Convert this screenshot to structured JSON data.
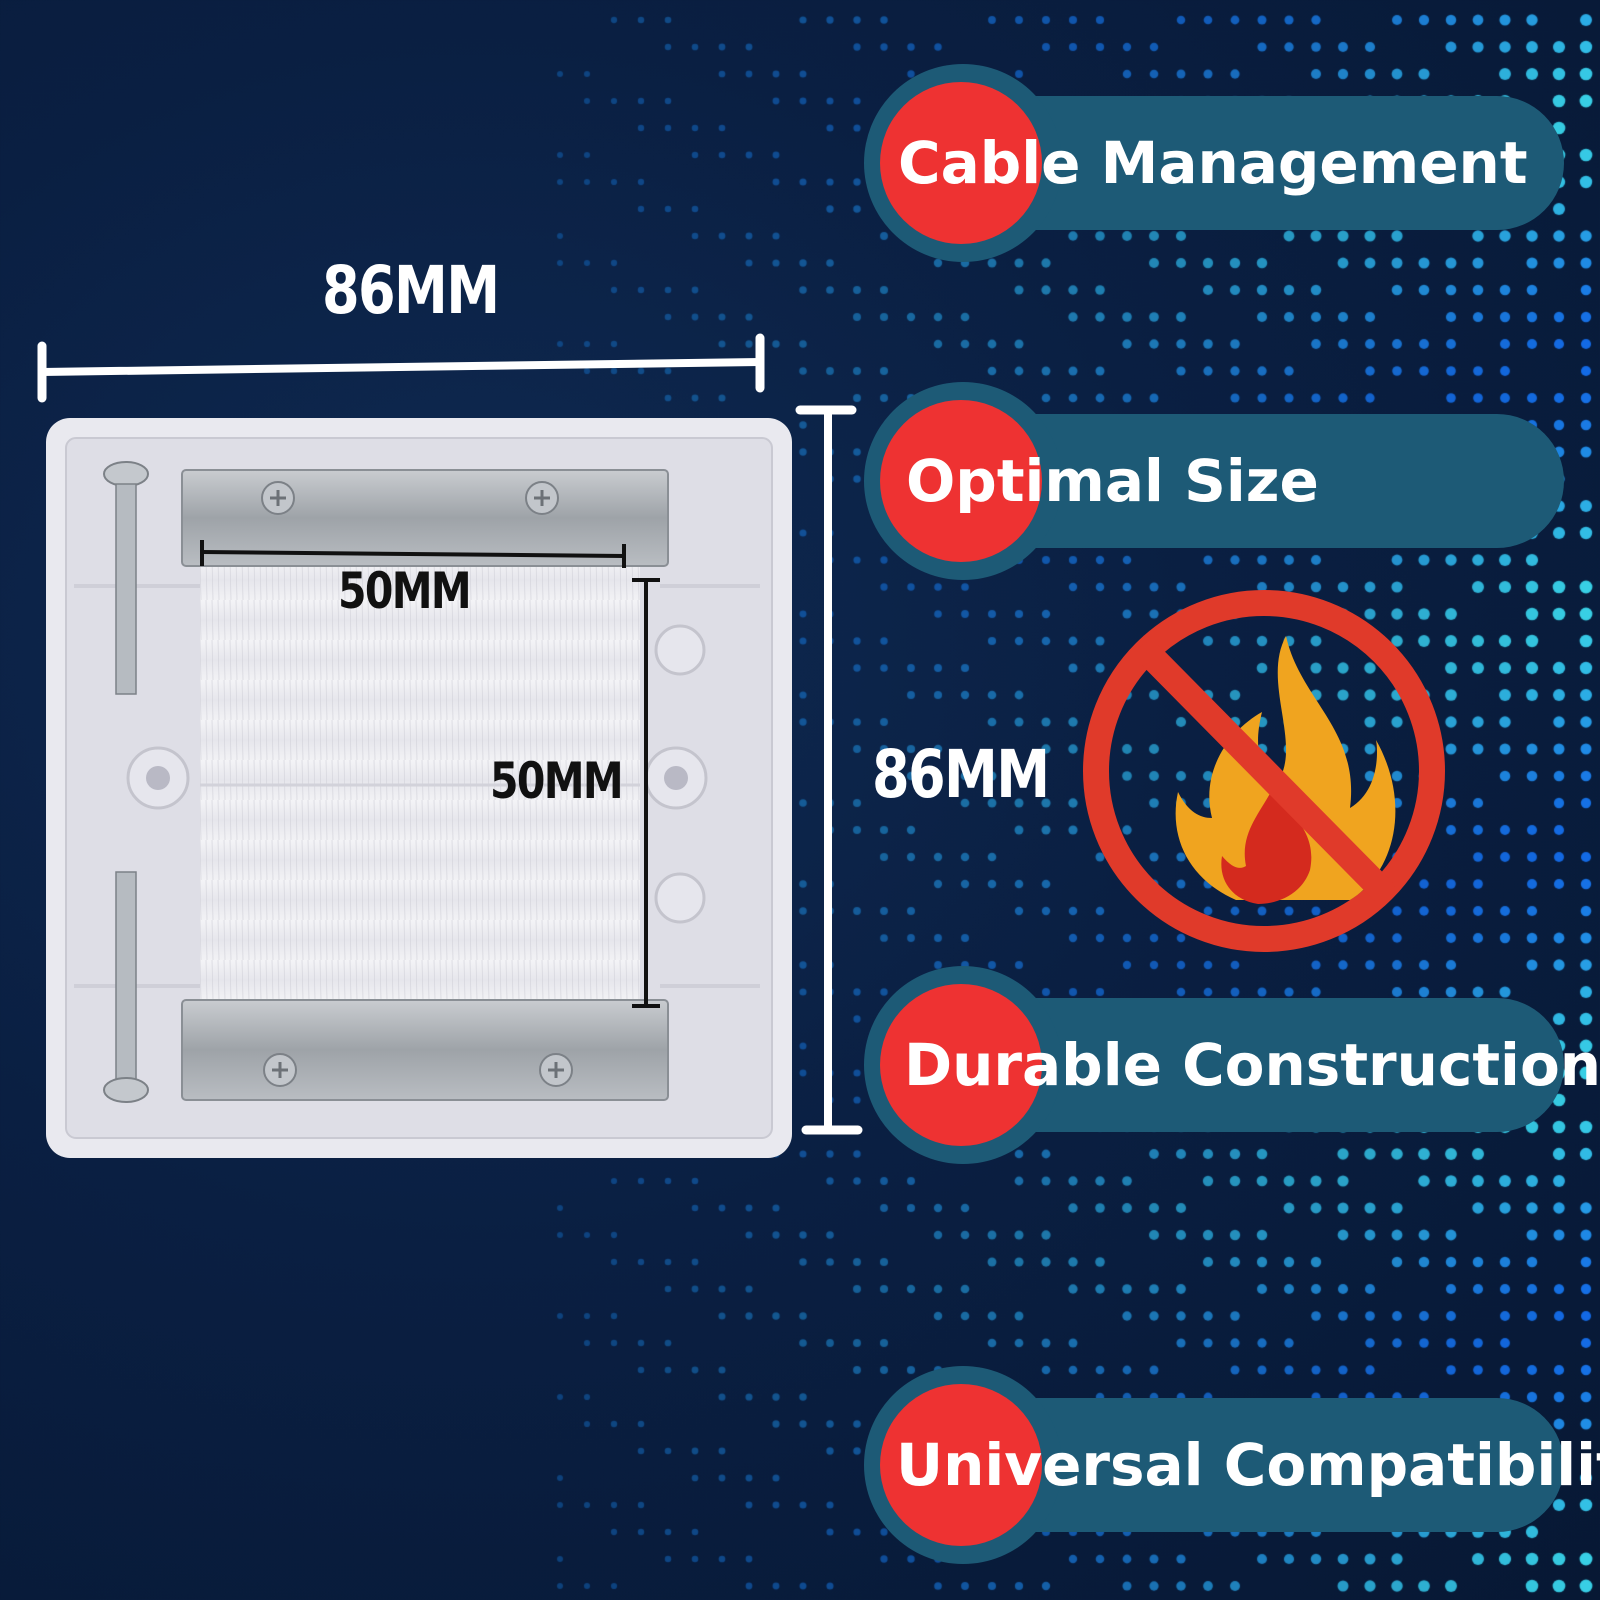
{
  "colors": {
    "background": "#0a1f42",
    "feature_bar": "#1d5a76",
    "feature_dot": "#ee3232",
    "no_fire_ring": "#e03a2a",
    "flame_outer": "#f0a41f",
    "flame_inner": "#d42a1e"
  },
  "dimensions": {
    "plate_width": "86MM",
    "plate_height": "86MM",
    "opening_width": "50MM",
    "opening_height": "50MM"
  },
  "features": [
    {
      "label": "Cable Management"
    },
    {
      "label": "Optimal Size"
    },
    {
      "label": "Durable Construction"
    },
    {
      "label": "Universal Compatibility"
    }
  ],
  "icons": {
    "fire_resistant": "no-fire-icon"
  }
}
